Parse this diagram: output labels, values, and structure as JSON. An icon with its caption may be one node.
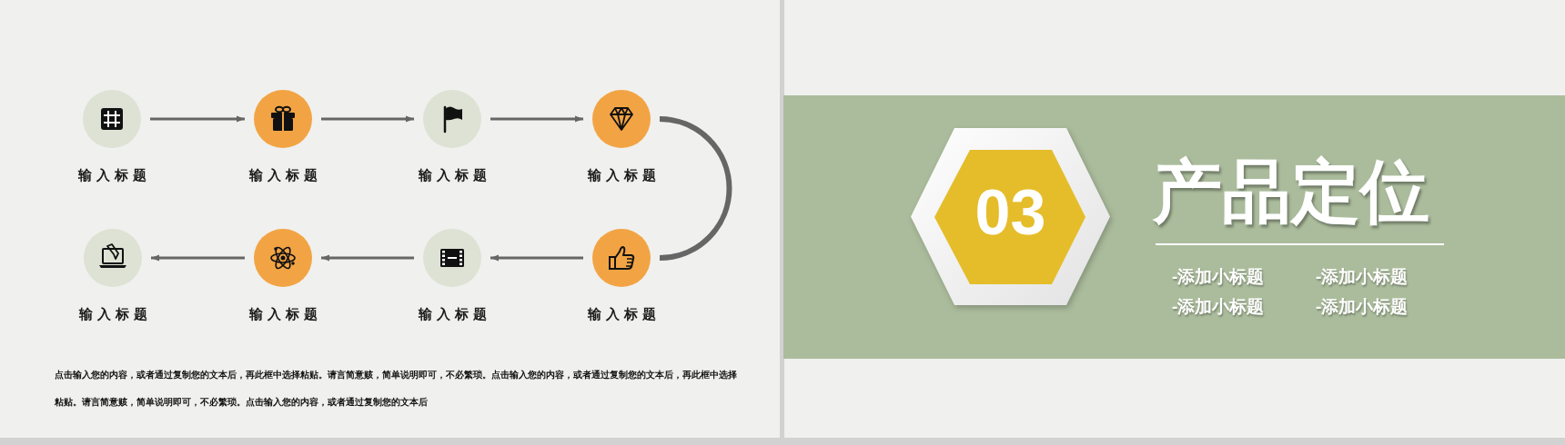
{
  "diagram": {
    "nodes": [
      {
        "text": [
          "输入标题"
        ]
      },
      {
        "text": [
          "输入标题"
        ]
      },
      {
        "text": [
          "输入标题"
        ]
      },
      {
        "text": [
          "输入标题"
        ]
      },
      {
        "text": [
          "输入标题"
        ]
      },
      {
        "text": [
          "输入标题"
        ]
      },
      {
        "text": [
          "输入标题"
        ]
      },
      {
        "text": [
          "输入标题"
        ]
      },
      {
        "text": [
          "产品定位",
          "-添加小标题",
          "-添加小标题",
          "-添加小标题",
          "-添加小标题"
        ]
      },
      {
        "text": [
          "03"
        ],
        "in": 8
      }
    ],
    "edges": [
      {
        "from": 0,
        "to": 1,
        "arrow": "to"
      },
      {
        "from": 1,
        "to": 2,
        "arrow": "to"
      },
      {
        "from": 2,
        "to": 3,
        "arrow": "to"
      },
      {
        "from": 3,
        "to": 7,
        "arrow": "none",
        "style": "thick"
      },
      {
        "from": 7,
        "to": 6,
        "arrow": "to"
      },
      {
        "from": 6,
        "to": 5,
        "arrow": "to"
      },
      {
        "from": 5,
        "to": 4,
        "arrow": "to"
      }
    ],
    "labels": [
      "点击输入您的内容，或者通过复制您的文本后，再此框中选择粘贴。请言简意赅，简单说明即可，不必繁琐。点击输入您的内容，或者通过复制您的文本后，再此框中选择粘贴。请言简意赅，简单说明即可，不必繁琐。点击输入您的内容，或者通过复制您的文本后"
    ]
  }
}
